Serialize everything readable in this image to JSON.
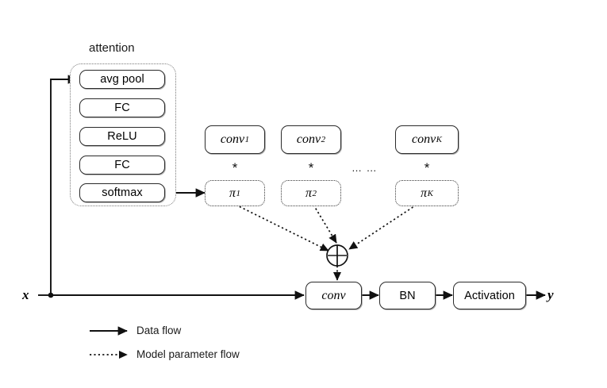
{
  "figure": {
    "type": "neural-network-architecture-diagram",
    "background_color": "#ffffff",
    "line_color": "#111111"
  },
  "attention": {
    "title": "attention",
    "blocks": [
      {
        "label": "avg pool"
      },
      {
        "label": "FC"
      },
      {
        "label": "ReLU"
      },
      {
        "label": "FC"
      },
      {
        "label": "softmax"
      }
    ]
  },
  "kernels": {
    "conv_boxes": [
      {
        "base": "conv",
        "sub": "1"
      },
      {
        "base": "conv",
        "sub": "2"
      },
      {
        "base": "conv",
        "sub": "K"
      }
    ],
    "multiply_symbol": "*",
    "ellipsis": "… …",
    "pi_boxes": [
      {
        "base": "π",
        "sub": "1"
      },
      {
        "base": "π",
        "sub": "2"
      },
      {
        "base": "π",
        "sub": "K"
      }
    ],
    "aggregator": "⊕"
  },
  "main_path": {
    "input_label": "x",
    "output_label": "y",
    "blocks": [
      {
        "label": "conv",
        "style": "italic"
      },
      {
        "label": "BN",
        "style": "plain"
      },
      {
        "label": "Activation",
        "style": "plain"
      }
    ]
  },
  "legend": {
    "items": [
      {
        "label": "Data flow",
        "line": "solid"
      },
      {
        "label": "Model parameter flow",
        "line": "dotted"
      }
    ]
  }
}
